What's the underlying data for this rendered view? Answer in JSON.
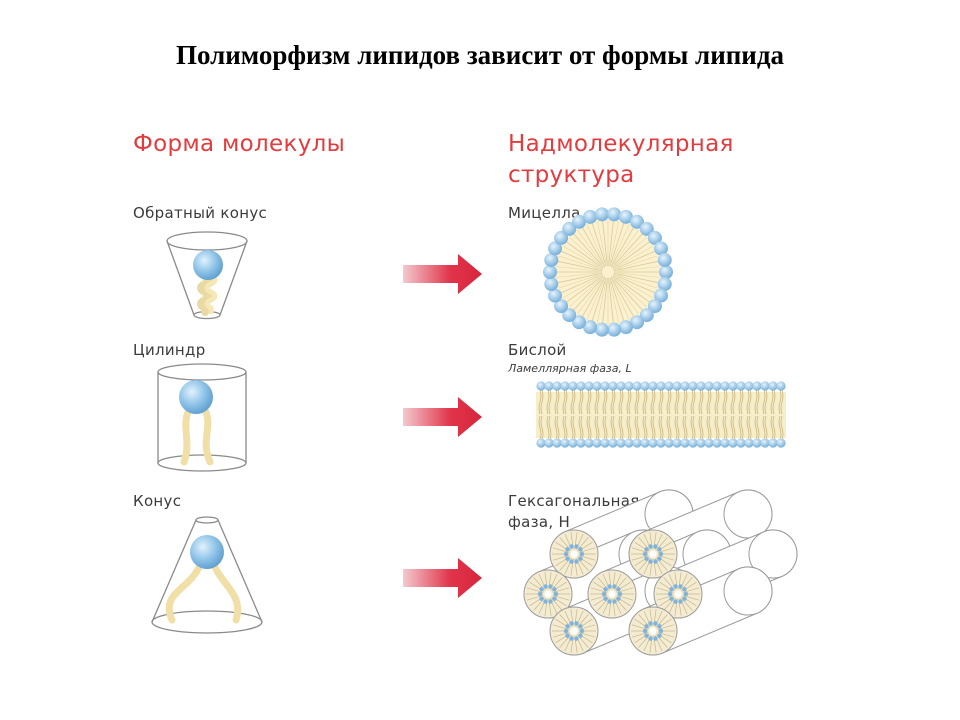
{
  "title": "Полиморфизм липидов зависит от формы липида",
  "headers": {
    "shape": "Форма молекулы",
    "structure_line1": "Надмолекулярная",
    "structure_line2": "структура"
  },
  "rows": [
    {
      "shape": "Обратный конус",
      "structure": "Мицелла",
      "structure_sub": ""
    },
    {
      "shape": "Цилиндр",
      "structure": "Бислой",
      "structure_sub": "Ламеллярная фаза, L"
    },
    {
      "shape": "Конус",
      "structure_line1": "Гексагональная",
      "structure_line2": "фаза, H"
    }
  ],
  "colors": {
    "header": "#e23c3f",
    "arrow": "#e0344a",
    "head": "#8ec3e8",
    "tail": "#f6e7b5",
    "outline": "#666666"
  }
}
